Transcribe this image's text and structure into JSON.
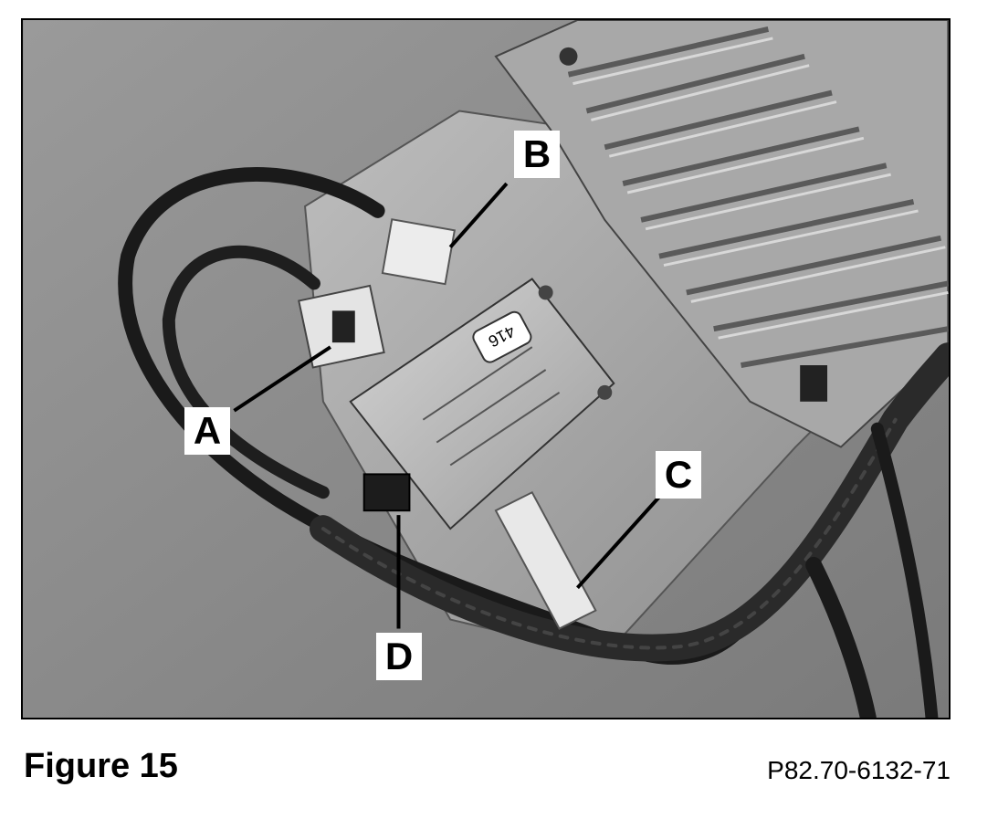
{
  "figure": {
    "caption": "Figure 15",
    "reference": "P82.70-6132-71"
  },
  "callouts": {
    "a": "A",
    "b": "B",
    "c": "C",
    "d": "D"
  },
  "module_label": "416"
}
